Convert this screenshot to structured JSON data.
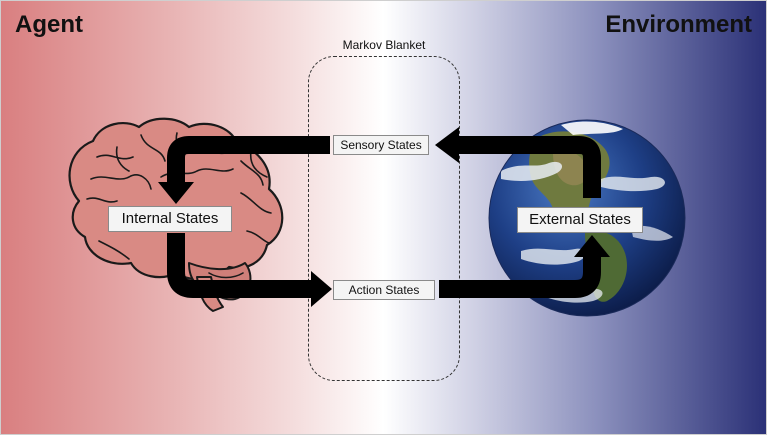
{
  "titles": {
    "agent": "Agent",
    "environment": "Environment"
  },
  "blanket": {
    "label": "Markov Blanket"
  },
  "states": {
    "internal": "Internal States",
    "external": "External States",
    "sensory": "Sensory States",
    "action": "Action States"
  },
  "icons": {
    "agent_image": "brain-icon",
    "environment_image": "earth-globe-icon"
  },
  "colors": {
    "agent_side": "#d97f80",
    "environment_side": "#2b3177",
    "arrows": "#000000",
    "brain": "#d98a84"
  }
}
